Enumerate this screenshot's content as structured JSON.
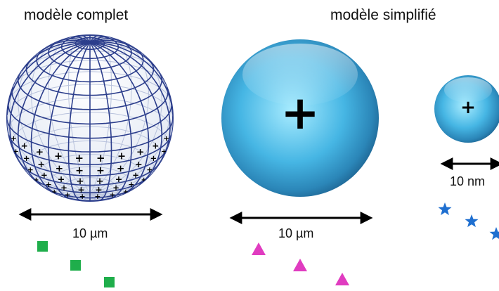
{
  "labels": {
    "full_model": "modèle complet",
    "simplified_model": "modèle simplifié"
  },
  "dimensions": {
    "full": "10 µm",
    "simplified": "10 µm",
    "small": "10 nm"
  },
  "center_charge": "+",
  "small_charge": "+",
  "surface_charge": "+",
  "colors": {
    "mesh_line": "#2c3e8c",
    "sphere_blue": "#3fa3d6",
    "sphere_dark": "#1a5c8a",
    "marker_square": "#1fae4b",
    "marker_triangle": "#e03cc0",
    "marker_star": "#1f6fd0"
  },
  "icons": [
    "square-marker",
    "triangle-marker",
    "star-marker",
    "double-arrow"
  ]
}
